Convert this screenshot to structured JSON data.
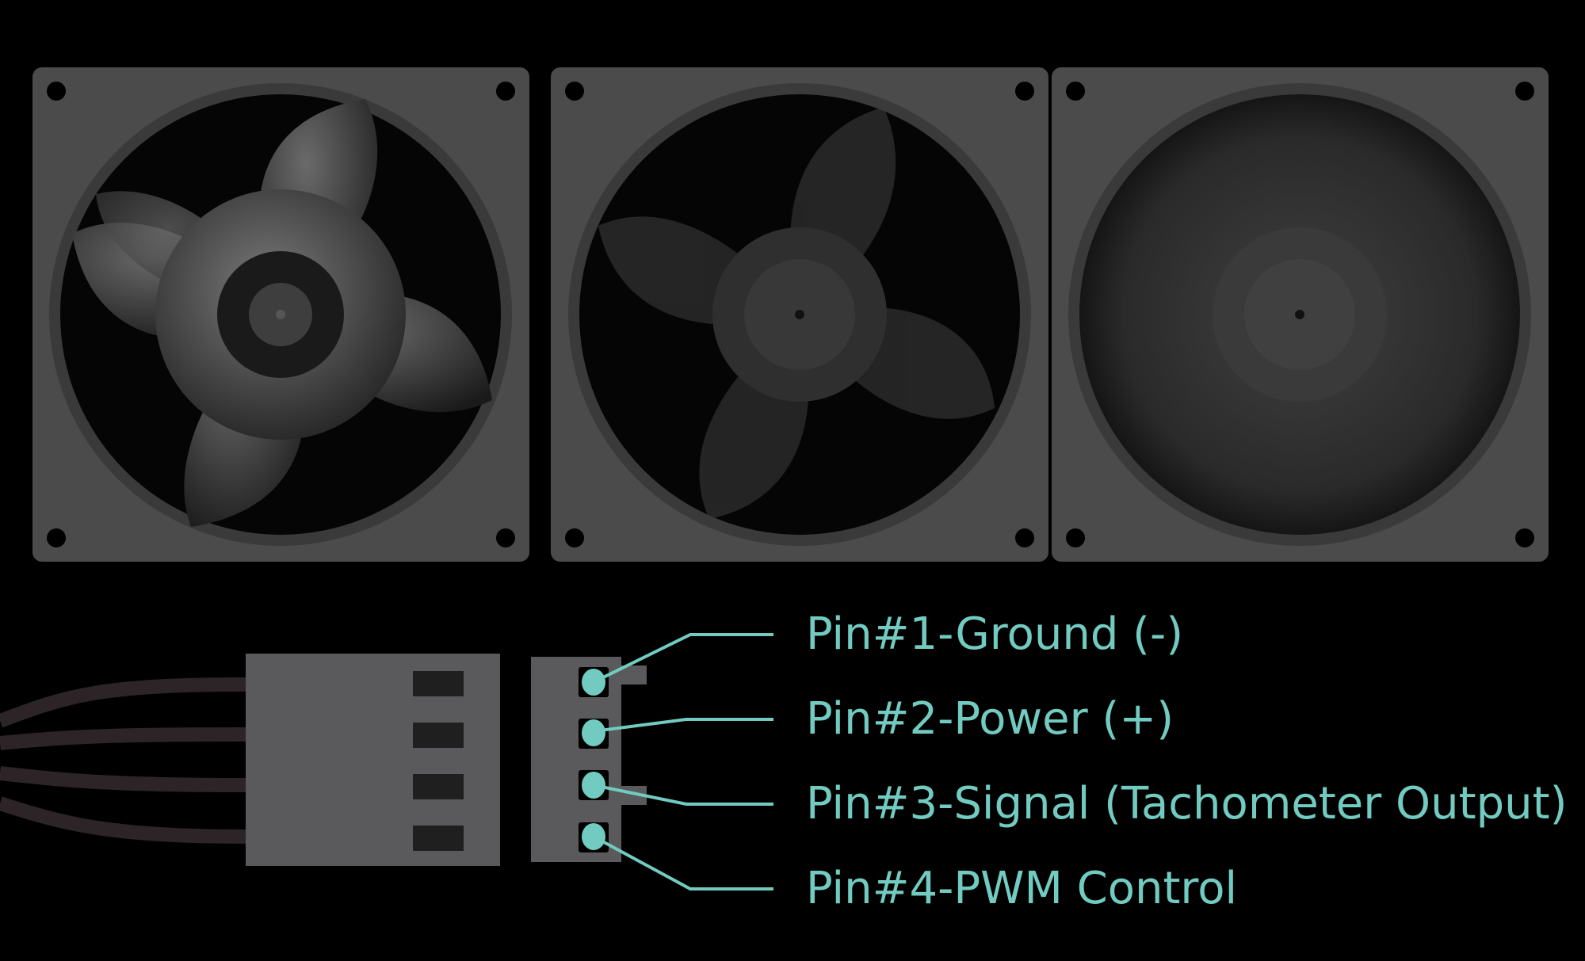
{
  "colors": {
    "accent": "#72cbc1",
    "housing": "#4b4b4b",
    "connector": "#5a5a5c",
    "wire": "#2c2426",
    "background": "#000000"
  },
  "fans": [
    {
      "name": "fan-stopped",
      "state": "stopped"
    },
    {
      "name": "fan-slow",
      "state": "spinning-slow"
    },
    {
      "name": "fan-fast",
      "state": "spinning-fast"
    }
  ],
  "pins": [
    {
      "label": "Pin#1-Ground (-)"
    },
    {
      "label": "Pin#2-Power (+)"
    },
    {
      "label": "Pin#3-Signal (Tachometer Output)"
    },
    {
      "label": "Pin#4-PWM Control"
    }
  ]
}
